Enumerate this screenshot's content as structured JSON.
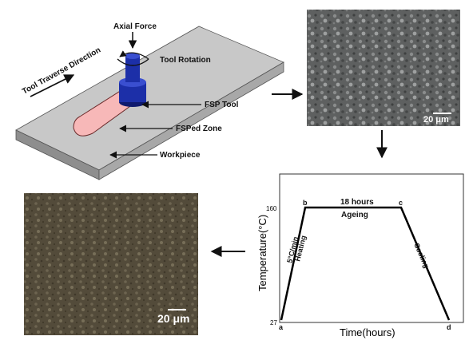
{
  "workpiece_diagram": {
    "axial_force": "Axial Force",
    "tool_rotation": "Tool Rotation",
    "tool_traverse_direction": "Tool Traverse Direction",
    "fsp_tool": "FSP Tool",
    "fsped_zone": "FSPed Zone",
    "workpiece": "Workpiece"
  },
  "micrograph_top": {
    "scale_bar": "20 μm"
  },
  "micrograph_bottom": {
    "scale_bar": "20 μm"
  },
  "ageing_chart": {
    "xlabel": "Time(hours)",
    "ylabel": "Temperature(°C)",
    "y_tick_high": "160",
    "y_tick_low": "27",
    "point_a": "a",
    "point_b": "b",
    "point_c": "c",
    "point_d": "d",
    "duration": "18 hours",
    "stage": "Ageing",
    "heating_rate": "5°C/min",
    "heating": "Heating",
    "cooling": "Cooling"
  },
  "colors": {
    "plate_top": "#c8c8c8",
    "plate_side": "#8e8e8e",
    "tool_blue": "#1c2fa8",
    "fsped_zone": "#f7b8b8",
    "micrograph_top": "#5a5c5c",
    "micrograph_bottom": "#4e4636"
  }
}
